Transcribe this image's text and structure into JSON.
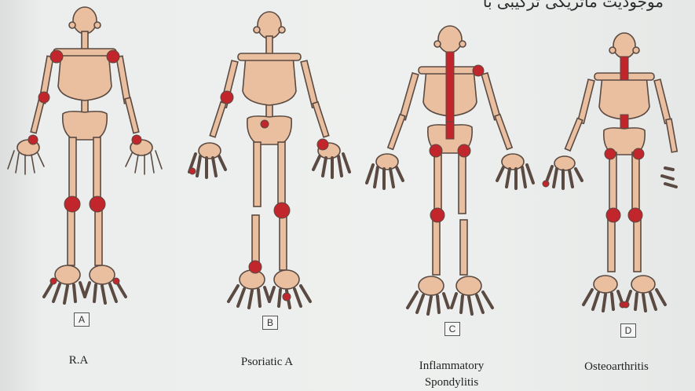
{
  "header": {
    "text": "موجودیت ماتریکی ترکیبی با"
  },
  "panels": [
    {
      "letter": "A",
      "caption": "R.A"
    },
    {
      "letter": "B",
      "caption": "Psoriatic A"
    },
    {
      "letter": "C",
      "caption_line1": "Inflammatory",
      "caption_line2": "Spondylitis"
    },
    {
      "letter": "D",
      "caption": "Osteoarthritis"
    }
  ],
  "colors": {
    "bone": "#e9bfa0",
    "outline": "#5a4a42",
    "affected": "#c0262c",
    "background": "#eceeed"
  }
}
